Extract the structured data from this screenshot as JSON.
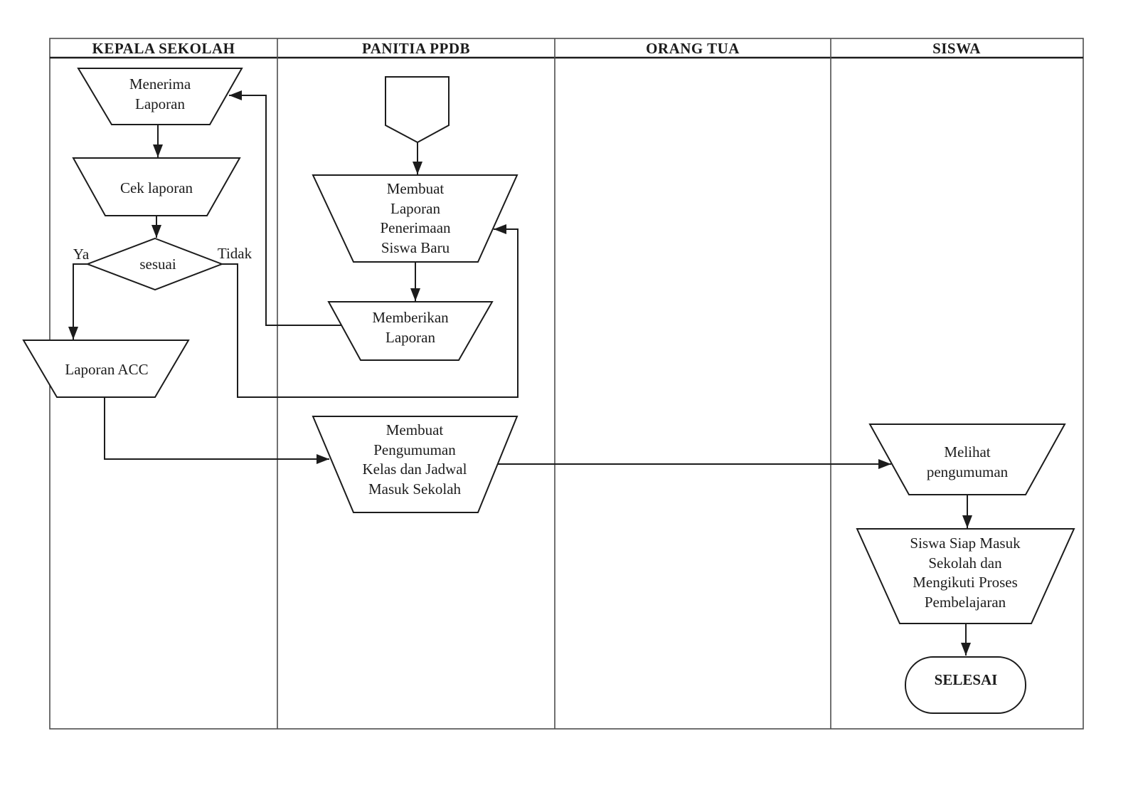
{
  "diagram": {
    "type": "swimlane-flowchart",
    "colors": {
      "background": "#ffffff",
      "shape_stroke": "#1c1c1c",
      "shape_fill": "#ffffff",
      "table_frame": "#4d4d4d",
      "text": "#1c1c1c"
    },
    "lanes": [
      {
        "title": "KEPALA SEKOLAH"
      },
      {
        "title": "PANITIA PPDB"
      },
      {
        "title": "ORANG TUA"
      },
      {
        "title": "SISWA"
      }
    ],
    "nodes": {
      "menerima_laporan": {
        "shape": "manual-operation",
        "lane": "KEPALA SEKOLAH",
        "lines": [
          "Menerima",
          "Laporan"
        ]
      },
      "cek_laporan": {
        "shape": "manual-operation",
        "lane": "KEPALA SEKOLAH",
        "lines": [
          "Cek laporan"
        ]
      },
      "sesuai": {
        "shape": "decision",
        "lane": "KEPALA SEKOLAH",
        "lines": [
          "sesuai"
        ]
      },
      "laporan_acc": {
        "shape": "manual-operation",
        "lane": "KEPALA SEKOLAH",
        "lines": [
          "Laporan ACC"
        ]
      },
      "offpage_connector": {
        "shape": "offpage-connector",
        "lane": "PANITIA PPDB",
        "lines": []
      },
      "membuat_laporan": {
        "shape": "manual-operation",
        "lane": "PANITIA PPDB",
        "lines": [
          "Membuat",
          "Laporan",
          "Penerimaan",
          "Siswa Baru"
        ]
      },
      "memberikan_laporan": {
        "shape": "manual-operation",
        "lane": "PANITIA PPDB",
        "lines": [
          "Memberikan",
          "Laporan"
        ]
      },
      "membuat_pengumuman": {
        "shape": "manual-operation",
        "lane": "PANITIA PPDB",
        "lines": [
          "Membuat",
          "Pengumuman",
          "Kelas dan Jadwal",
          "Masuk Sekolah"
        ]
      },
      "melihat_pengumuman": {
        "shape": "manual-operation",
        "lane": "SISWA",
        "lines": [
          "Melihat",
          "pengumuman"
        ]
      },
      "siswa_siap": {
        "shape": "manual-operation",
        "lane": "SISWA",
        "lines": [
          "Siswa Siap Masuk",
          "Sekolah dan",
          "Mengikuti Proses",
          "Pembelajaran"
        ]
      },
      "selesai": {
        "shape": "terminator",
        "lane": "SISWA",
        "lines": [
          "SELESAI"
        ]
      }
    },
    "edge_labels": {
      "ya": "Ya",
      "tidak": "Tidak"
    }
  }
}
